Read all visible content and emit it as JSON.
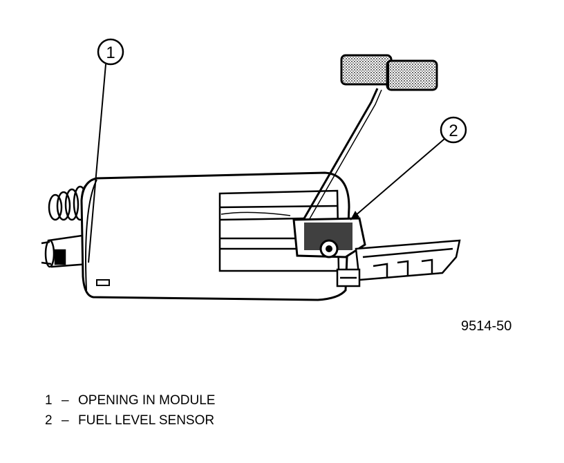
{
  "figure_id": "9514-50",
  "callouts": [
    {
      "number": "1",
      "label": "OPENING IN MODULE"
    },
    {
      "number": "2",
      "label": "FUEL LEVEL SENSOR"
    }
  ],
  "legend": [
    {
      "number": "1",
      "dash": "–",
      "text": "OPENING IN MODULE"
    },
    {
      "number": "2",
      "dash": "–",
      "text": "FUEL LEVEL SENSOR"
    }
  ]
}
